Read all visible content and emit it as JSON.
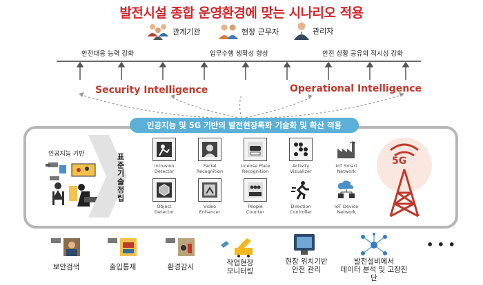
{
  "title": "발전시설 종합 운영환경에 맞는 시나리오 적용",
  "roles": [
    {
      "label": "관계기관",
      "icon": "group-people-icon"
    },
    {
      "label": "현장 근무자",
      "icon": "workers-icon"
    },
    {
      "label": "관리자",
      "icon": "manager-icon"
    }
  ],
  "bar_labels": [
    "안전대응 능력 강화",
    "업무수행 생확성 향상",
    "안전 상황 공유의 적시성 강화"
  ],
  "security_label": "Security Intelligence",
  "operational_label": "Operational Intelligence",
  "core_label": "인공지능 및 5G 기반의 발전현장특화 기술화 및 확산 적용",
  "left_label": "인공지능 기반",
  "vertical_label": "표준기술정립",
  "apps": [
    {
      "label": "Intrusion\nDetector",
      "icon": "intrusion-icon"
    },
    {
      "label": "Facial\nRecognition",
      "icon": "face-icon"
    },
    {
      "label": "License Plate\nRecognition",
      "icon": "car-plate-icon"
    },
    {
      "label": "Activity\nVisualizer",
      "icon": "activity-grid-icon"
    },
    {
      "label": "IoT Smart\nNetwork",
      "icon": "factory-icon"
    },
    {
      "label": "Object\nDetector",
      "icon": "cube-icon"
    },
    {
      "label": "Video\nEnhancer",
      "icon": "video-icon"
    },
    {
      "label": "People\nCounter",
      "icon": "people-counter-icon"
    },
    {
      "label": "Direction\nController",
      "icon": "running-icon"
    },
    {
      "label": "IoT Device\nNetwork",
      "icon": "cloud-network-icon"
    }
  ],
  "badge_5g": "5G",
  "bottom_items": [
    {
      "label": "보안검색",
      "icon": "security-scan-icon"
    },
    {
      "label": "출입통제",
      "icon": "access-control-icon"
    },
    {
      "label": "환경감시",
      "icon": "env-monitor-icon"
    },
    {
      "label": "작업현장\n모니터링",
      "icon": "worksite-icon"
    },
    {
      "label": "현장 위치기반\n안전 관리",
      "icon": "location-safety-icon"
    },
    {
      "label": "발전설비에서\n데이터 분석 및 고장진단",
      "icon": "data-analysis-icon"
    }
  ],
  "more_label": "• • •"
}
